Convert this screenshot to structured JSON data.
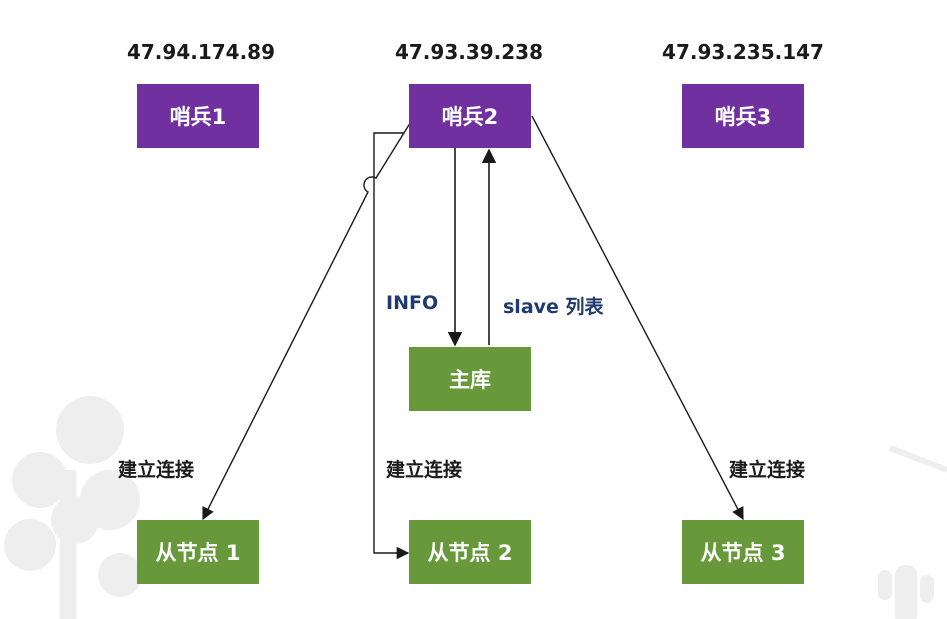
{
  "sentinels": [
    {
      "ip": "47.94.174.89",
      "label": "哨兵1"
    },
    {
      "ip": "47.93.39.238",
      "label": "哨兵2"
    },
    {
      "ip": "47.93.235.147",
      "label": "哨兵3"
    }
  ],
  "master": {
    "label": "主库"
  },
  "replicas": [
    {
      "label": "从节点 1"
    },
    {
      "label": "从节点 2"
    },
    {
      "label": "从节点 3"
    }
  ],
  "edges": {
    "info_label": "INFO",
    "slave_list_label": "slave 列表",
    "connect_labels": [
      "建立连接",
      "建立连接",
      "建立连接"
    ]
  },
  "colors": {
    "sentinel": "#7030a0",
    "data_node": "#67983a",
    "edge": "#1a1a1a",
    "edge_label_blue": "#1f3a6e"
  },
  "icons": {
    "background": [
      "tree-silhouette-icon",
      "cactus-silhouette-icon",
      "branch-silhouette-icon"
    ]
  }
}
